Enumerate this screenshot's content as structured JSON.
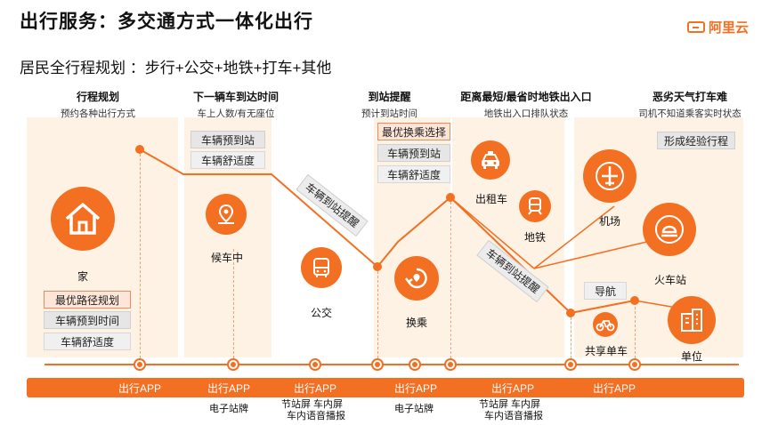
{
  "title": "出行服务：多交通方式一体化出行",
  "subtitle": "居民全行程规划 ：步行+公交+地铁+打车+其他",
  "brand": {
    "name": "阿里云",
    "color": "#f36f21"
  },
  "stages": [
    {
      "title": "行程规划",
      "sub": "预约各种出行方式"
    },
    {
      "title": "下一辆车到达时间",
      "sub": "车上人数/有无座位"
    },
    {
      "title": "到站提醒",
      "sub": "预计到站时间"
    },
    {
      "title": "距离最短/最省时地铁出入口",
      "sub": "地铁出入口排队状态"
    },
    {
      "title": "恶劣天气打车难",
      "sub": "司机不知道乘客实时状态"
    }
  ],
  "tags": {
    "plan": [
      "最优路径规划",
      "车辆预到时间",
      "车辆舒适度"
    ],
    "wait": [
      "车辆预到站",
      "车辆舒适度"
    ],
    "transfer": [
      "最优换乘选择",
      "车辆预到站",
      "车辆舒适度"
    ],
    "experience": "形成经验行程",
    "nav": "导航"
  },
  "diag_tags": [
    "车辆到站提醒",
    "车辆到站提醒"
  ],
  "nodes": {
    "home": {
      "label": "家",
      "icon": "home-icon"
    },
    "wait": {
      "label": "候车中",
      "icon": "map-pin-icon"
    },
    "bus": {
      "label": "公交",
      "icon": "bus-icon"
    },
    "transfer": {
      "label": "换乘",
      "icon": "transfer-icon"
    },
    "taxi": {
      "label": "出租车",
      "icon": "taxi-icon"
    },
    "metro": {
      "label": "地铁",
      "icon": "metro-icon"
    },
    "airport": {
      "label": "机场",
      "icon": "airplane-icon"
    },
    "train": {
      "label": "火车站",
      "icon": "train-icon"
    },
    "bike": {
      "label": "共享单车",
      "icon": "bicycle-icon"
    },
    "office": {
      "label": "单位",
      "icon": "building-icon"
    }
  },
  "footer_labels": [
    "出行APP",
    "出行APP",
    "出行APP",
    "出行APP",
    "出行APP",
    "出行APP"
  ],
  "bottom_texts": {
    "b1": "电子站牌",
    "b2a": "节站屏  车内屏",
    "b2b": "车内语音播报",
    "b3": "电子站牌",
    "b4a": "节站屏  车内屏",
    "b4b": "车内语音播报"
  }
}
